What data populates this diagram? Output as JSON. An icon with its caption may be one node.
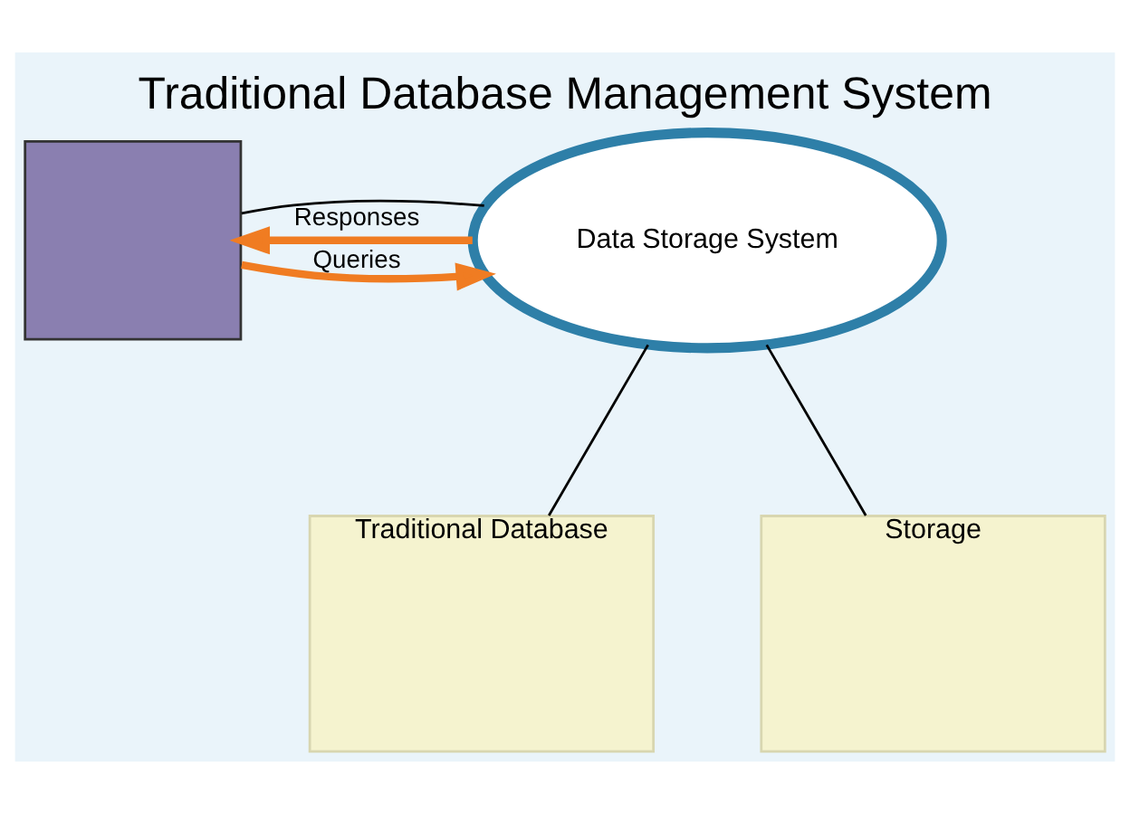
{
  "diagram": {
    "title": "Traditional Database Management System",
    "nodes": [
      {
        "text": [],
        "shape": "box"
      },
      {
        "text": [
          "Data Storage System"
        ]
      },
      {
        "text": [
          "Traditional Database"
        ]
      },
      {
        "text": [
          "Storage"
        ]
      }
    ],
    "edges": [
      {
        "from": 0,
        "to": 1,
        "arrow": "none"
      },
      {
        "from": 0,
        "to": 1,
        "arrow": "to",
        "label": "Queries",
        "color": "#f07c22",
        "style": "thick"
      },
      {
        "from": 1,
        "to": 0,
        "arrow": "to",
        "label": "Responses",
        "color": "#f07c22",
        "style": "thick"
      },
      {
        "from": 1,
        "to": 2,
        "arrow": "none"
      },
      {
        "from": 1,
        "to": 3,
        "arrow": "none"
      }
    ]
  }
}
